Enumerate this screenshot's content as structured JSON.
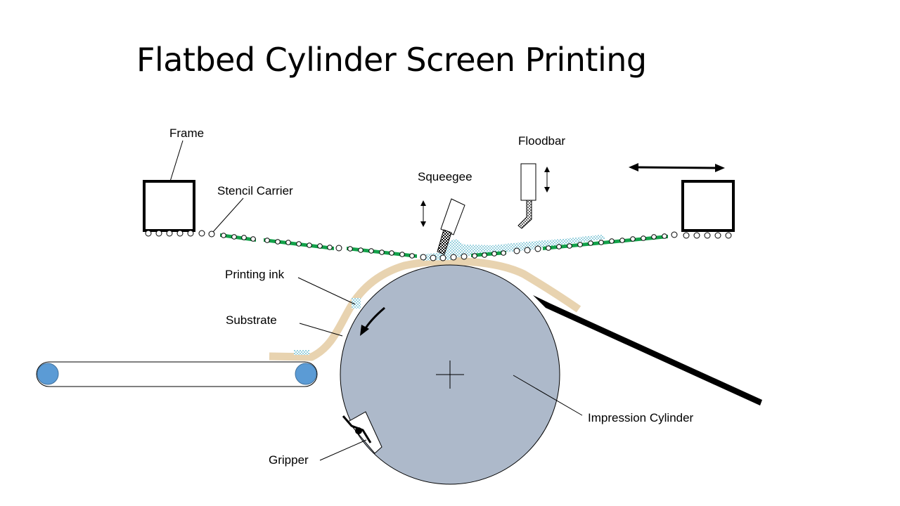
{
  "slide": {
    "title": "Flatbed Cylinder Screen Printing"
  },
  "labels": {
    "frame": "Frame",
    "stencil_carrier": "Stencil Carrier",
    "squeegee": "Squeegee",
    "floodbar": "Floodbar",
    "printing_ink": "Printing ink",
    "substrate": "Substrate",
    "impression_cylinder": "Impression Cylinder",
    "gripper": "Gripper"
  },
  "colors": {
    "cylinder": "#adb9ca",
    "substrate": "#e8d3b0",
    "ink": "#4fb0c6",
    "stencil": "#13a24a",
    "conveyor_roller": "#5b9bd5",
    "line": "#000000"
  }
}
